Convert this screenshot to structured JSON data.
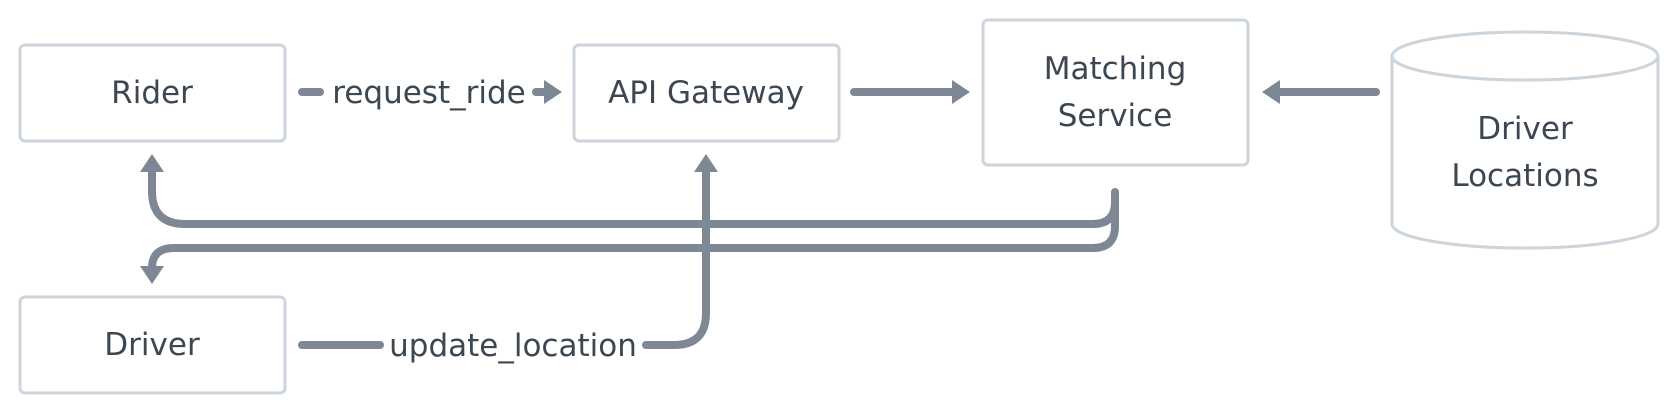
{
  "colors": {
    "node_border": "#cdd5dc",
    "edge": "#7d8894",
    "text": "#3c4752",
    "background": "#ffffff"
  },
  "nodes": {
    "rider": "Rider",
    "api_gateway": "API Gateway",
    "matching_service": [
      "Matching",
      "Service"
    ],
    "driver_locations": [
      "Driver",
      "Locations"
    ],
    "driver": "Driver"
  },
  "edges": {
    "request_ride": "request_ride",
    "update_location": "update_location"
  }
}
